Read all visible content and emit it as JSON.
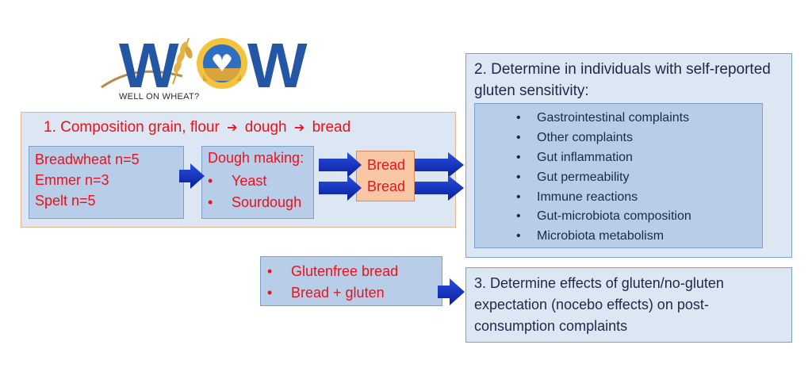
{
  "logo": {
    "wordmark": "WOW",
    "tagline": "WELL ON WHEAT?"
  },
  "section1": {
    "title_parts": [
      "1. Composition grain, flour",
      "dough",
      "bread"
    ],
    "grains": [
      "Breadwheat n=5",
      "Emmer n=3",
      "Spelt n=5"
    ],
    "dough_title": "Dough making:",
    "dough_methods": [
      "Yeast",
      "Sourdough"
    ],
    "bread_labels": [
      "Bread",
      "Bread"
    ]
  },
  "section2": {
    "title": "2. Determine in individuals with self-reported gluten sensitivity:",
    "outcomes": [
      "Gastrointestinal complaints",
      "Other complaints",
      "Gut inflammation",
      "Gut permeability",
      "Immune reactions",
      "Gut-microbiota composition",
      "Microbiota metabolism"
    ]
  },
  "section3": {
    "conditions": [
      "Glutenfree bread",
      "Bread + gluten"
    ],
    "title": "3. Determine effects of gluten/no-gluten expectation (nocebo effects) on post-consumption complaints"
  },
  "colors": {
    "red_text": "#e8131d",
    "navy_text": "#1b2a4a",
    "arrow_blue": "#0a2fc2",
    "panel_light": "#dde6f3",
    "panel_mid": "#b7cde8",
    "bread_fill": "#f9c7a4",
    "logo_blue": "#2456a6",
    "logo_gold": "#e0a21b"
  }
}
